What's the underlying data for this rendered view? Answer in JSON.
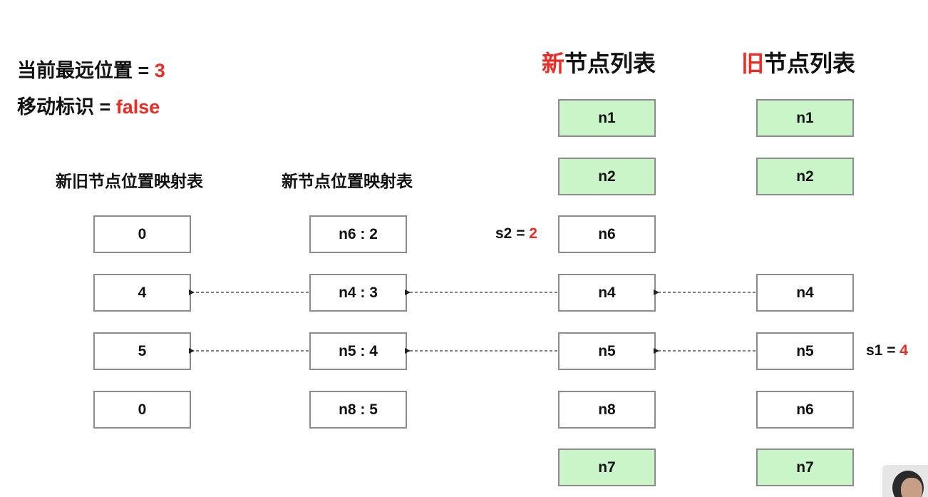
{
  "status": {
    "farthest_label": "当前最远位置 = ",
    "farthest_value": "3",
    "moved_label": "移动标识 = ",
    "moved_value": "false"
  },
  "titles": {
    "new_list_highlight": "新",
    "new_list_rest": "节点列表",
    "old_list_highlight": "旧",
    "old_list_rest": "节点列表",
    "old_new_map": "新旧节点位置映射表",
    "key_index_map": "新节点位置映射表"
  },
  "old_new_map": [
    "0",
    "4",
    "5",
    "0"
  ],
  "key_index_map": [
    "n6 : 2",
    "n4 : 3",
    "n5 : 4",
    "n8 : 5"
  ],
  "new_list": [
    {
      "label": "n1",
      "matched": true
    },
    {
      "label": "n2",
      "matched": true
    },
    {
      "label": "n6",
      "matched": false
    },
    {
      "label": "n4",
      "matched": false
    },
    {
      "label": "n5",
      "matched": false
    },
    {
      "label": "n8",
      "matched": false
    },
    {
      "label": "n7",
      "matched": true
    }
  ],
  "old_list": [
    {
      "label": "n1",
      "matched": true
    },
    {
      "label": "n2",
      "matched": true
    },
    {
      "label": "n4",
      "matched": false
    },
    {
      "label": "n5",
      "matched": false
    },
    {
      "label": "n6",
      "matched": false
    },
    {
      "label": "n7",
      "matched": true
    }
  ],
  "pointers": {
    "s2_label": "s2 = ",
    "s2_value": "2",
    "s1_label": "s1 = ",
    "s1_value": "4"
  },
  "colors": {
    "accent_red": "#ee2a24",
    "matched_green": "#c9f5c9",
    "box_border": "#8c8c8c"
  }
}
